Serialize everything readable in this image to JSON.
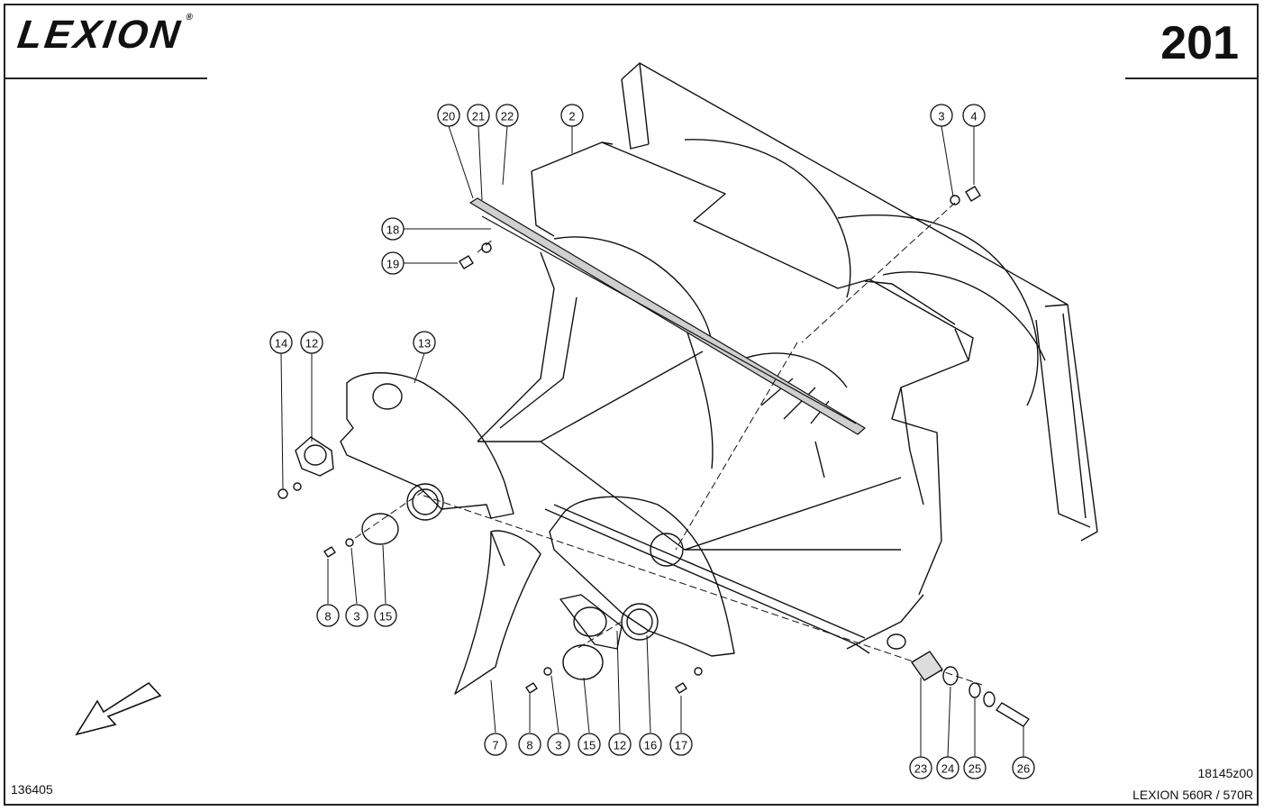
{
  "header": {
    "brand": "LEXION",
    "page_number": "201"
  },
  "footer": {
    "catalog_number": "136405",
    "drawing_number": "18145z00",
    "model": "LEXION 560R / 570R"
  },
  "callouts": {
    "c20": "20",
    "c21": "21",
    "c22": "22",
    "c2": "2",
    "c3_top": "3",
    "c4": "4",
    "c18": "18",
    "c19": "19",
    "c14": "14",
    "c12_left": "12",
    "c13": "13",
    "c8_left": "8",
    "c3_left": "3",
    "c15_left": "15",
    "c7": "7",
    "c8_bottom": "8",
    "c3_bottom": "3",
    "c15_bottom": "15",
    "c12_bottom": "12",
    "c16": "16",
    "c17": "17",
    "c23": "23",
    "c24": "24",
    "c25": "25",
    "c26": "26"
  }
}
